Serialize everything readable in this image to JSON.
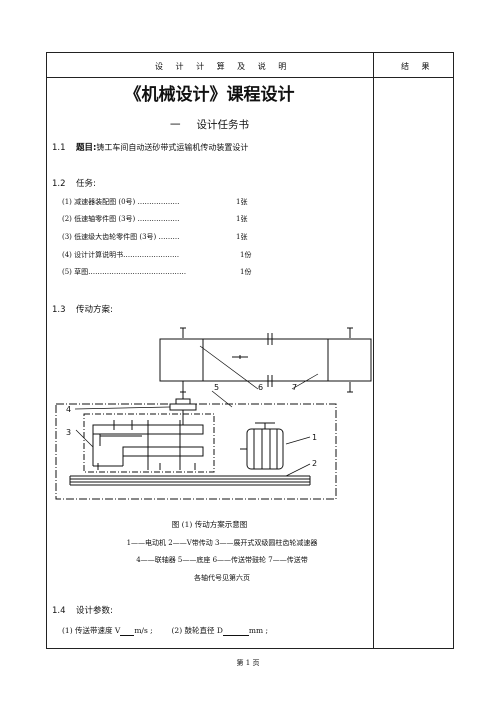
{
  "header": {
    "left": "设 计 计 算 及 说 明",
    "right": "结 果"
  },
  "title": "《机械设计》课程设计",
  "subtitle": {
    "num": "一",
    "text": "设计任务书"
  },
  "sections": {
    "s1": {
      "num": "1.1",
      "label": "题目:",
      "text": "铸工车间自动送砂带式运输机传动装置设计"
    },
    "s2": {
      "num": "1.2",
      "label": "任务:"
    },
    "s3": {
      "num": "1.3",
      "label": "传动方案:"
    },
    "s4": {
      "num": "1.4",
      "label": "设计参数:"
    }
  },
  "tasks": [
    {
      "text": "(1) 减速器装配图 (0号) ………………",
      "qty": "1张"
    },
    {
      "text": "(2) 低速轴零件图 (3号) ………………",
      "qty": "1张"
    },
    {
      "text": "(3) 低速级大齿轮零件图 (3号) ………",
      "qty": "1张"
    },
    {
      "text": "(4) 设计计算说明书……………………",
      "qty": "1份"
    },
    {
      "text": "(5) 草图……………………………………",
      "qty": "1份"
    }
  ],
  "diagram": {
    "labels": [
      "1",
      "2",
      "3",
      "4",
      "5",
      "6",
      "7"
    ]
  },
  "caption": "图 (1) 传动方案示意图",
  "legend": {
    "line1": "1——电动机  2——V带传动  3——展开式双级圆柱齿轮减速器",
    "line2": "4——联轴器  5——底座  6——传送带鼓轮  7——传送带",
    "line3": "各轴代号见第六页"
  },
  "params": {
    "p1_prefix": "(1) 传送带速度 V",
    "p1_unit": "m/s ;",
    "p2_prefix": "(2) 鼓轮直径 D",
    "p2_unit": "mm ;"
  },
  "page": "第 1 页"
}
